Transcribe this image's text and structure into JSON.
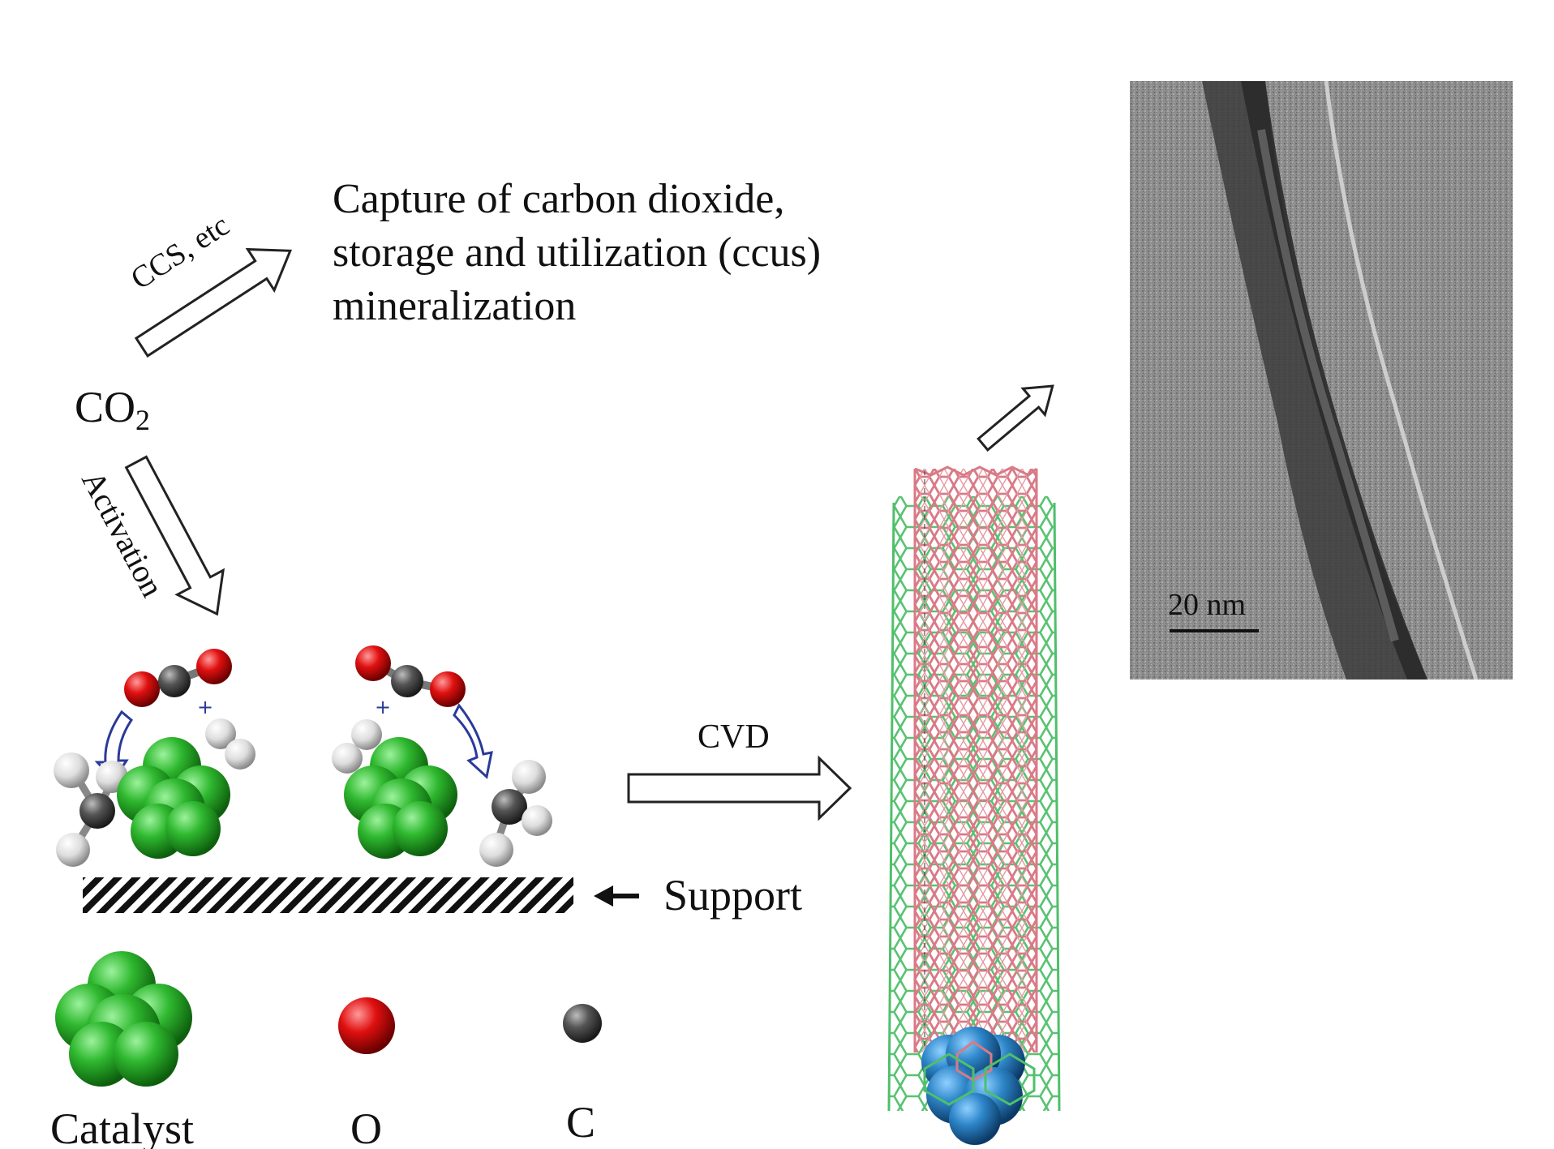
{
  "ccus_text": {
    "line1": "Capture of carbon dioxide,",
    "line2": "storage and utilization (ccus)",
    "line3": "mineralization"
  },
  "ccs_arrow_label": "CCS, etc",
  "activation_label": "Activation",
  "co2_label": {
    "main": "CO",
    "subscript": "2"
  },
  "cvd_label": "CVD",
  "support_label": "Support",
  "legend": {
    "catalyst": "Catalyst",
    "oxygen": "O",
    "carbon": "C"
  },
  "tem_image": {
    "scale_bar_label": "20 nm"
  },
  "colors": {
    "catalyst": "#2fb82f",
    "oxygen": "#e01010",
    "carbon": "#444444",
    "hydrogen": "#e6e6e6",
    "cnt_inner": "#d97a86",
    "cnt_outer": "#4fbf6a",
    "cnt_seed": "#2e86c9"
  }
}
